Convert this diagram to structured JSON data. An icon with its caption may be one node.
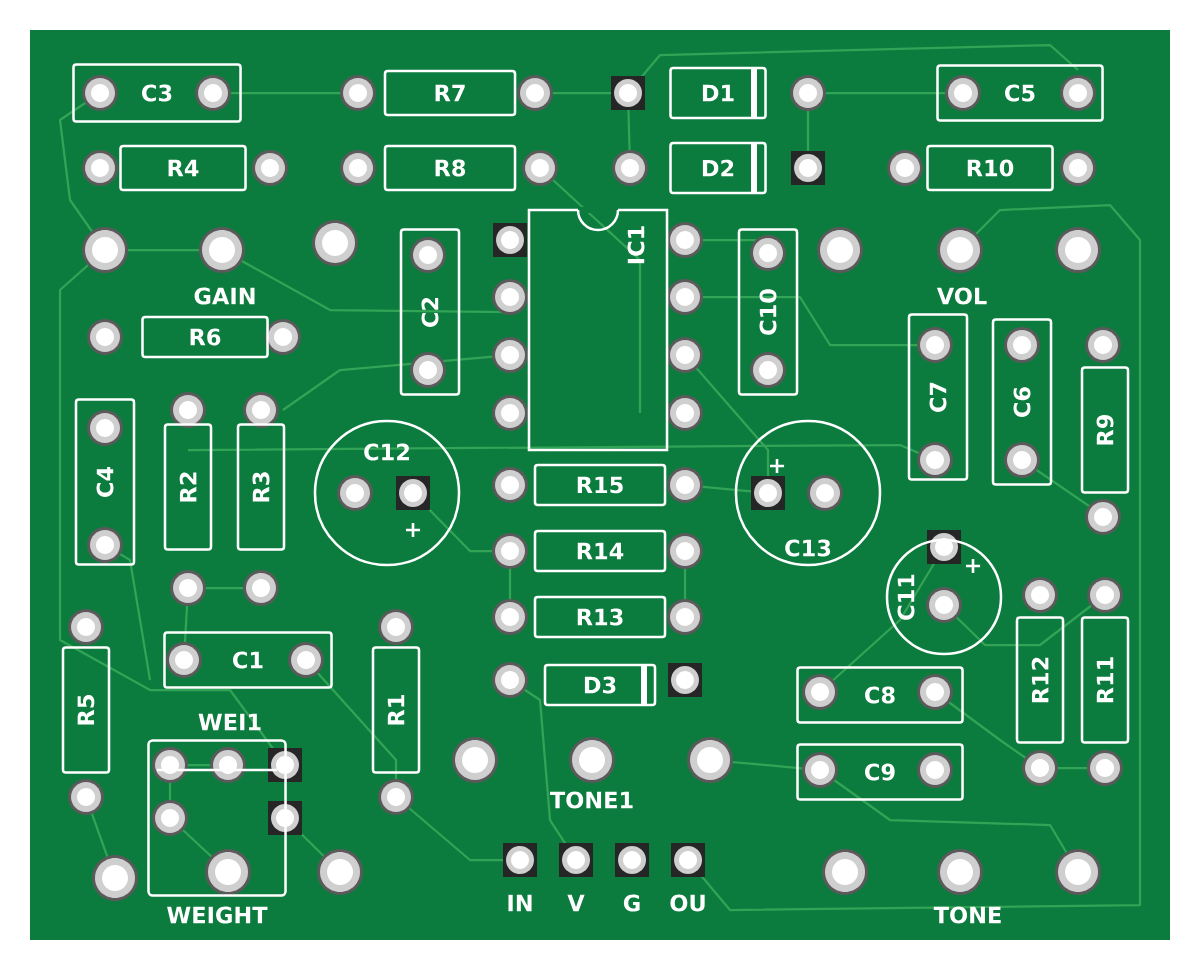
{
  "diagram": {
    "nodes": [
      {
        "text": [
          "C3"
        ]
      },
      {
        "text": [
          "R7"
        ]
      },
      {
        "text": [
          "D1"
        ]
      },
      {
        "text": [
          "C5"
        ]
      },
      {
        "text": [
          "R4"
        ]
      },
      {
        "text": [
          "R8"
        ]
      },
      {
        "text": [
          "D2"
        ]
      },
      {
        "text": [
          "R10"
        ]
      },
      {
        "text": [
          "IC1"
        ]
      },
      {
        "text": [
          "C2"
        ]
      },
      {
        "text": [
          "C10"
        ]
      },
      {
        "text": [
          "R6"
        ]
      },
      {
        "text": [
          "C7"
        ]
      },
      {
        "text": [
          "C6"
        ]
      },
      {
        "text": [
          "R9"
        ]
      },
      {
        "text": [
          "C4"
        ]
      },
      {
        "text": [
          "R2"
        ]
      },
      {
        "text": [
          "R3"
        ]
      },
      {
        "text": [
          "C12"
        ]
      },
      {
        "text": [
          "R15"
        ]
      },
      {
        "text": [
          "C13"
        ]
      },
      {
        "text": [
          "R14"
        ]
      },
      {
        "text": [
          "C11"
        ]
      },
      {
        "text": [
          "R13"
        ]
      },
      {
        "text": [
          "R12"
        ]
      },
      {
        "text": [
          "R11"
        ]
      },
      {
        "text": [
          "C1"
        ]
      },
      {
        "text": [
          "R5"
        ]
      },
      {
        "text": [
          "R1"
        ]
      },
      {
        "text": [
          "D3"
        ]
      },
      {
        "text": [
          "C8"
        ]
      },
      {
        "text": [
          "C9"
        ]
      },
      {
        "text": [
          "WEI1",
          "WEIGHT"
        ]
      }
    ],
    "labels": [
      "GAIN",
      "VOL",
      "+",
      "+",
      "+",
      "TONE1",
      "IN",
      "V",
      "G",
      "OU",
      "TONE"
    ]
  }
}
